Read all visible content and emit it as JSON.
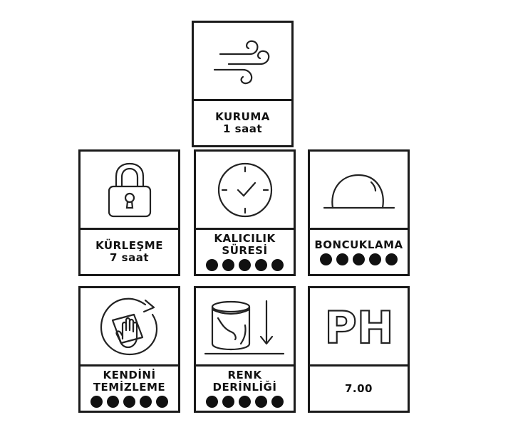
{
  "cards": [
    {
      "id": "kuruma",
      "icon": "wind-icon",
      "label": "KURUMA\n1 saat",
      "rating": 0
    },
    {
      "id": "kurlesme",
      "icon": "padlock-icon",
      "label": "KÜRLEŞME\n7 saat",
      "rating": 0
    },
    {
      "id": "kalicilik",
      "icon": "clock-icon",
      "label": "KALICILIK\nSÜRESİ",
      "rating": 5
    },
    {
      "id": "boncuklama",
      "icon": "water-bead-icon",
      "label": "BONCUKLAMA",
      "rating": 5
    },
    {
      "id": "kendini",
      "icon": "cleaning-hand-icon",
      "label": "KENDİNİ\nTEMİZLEME",
      "rating": 5
    },
    {
      "id": "renk",
      "icon": "paint-can-icon",
      "label": "RENK\nDERİNLİĞİ",
      "rating": 5
    },
    {
      "id": "ph",
      "icon": "ph-icon",
      "icon_text": "PH",
      "label": "7.00",
      "rating": 0
    }
  ]
}
